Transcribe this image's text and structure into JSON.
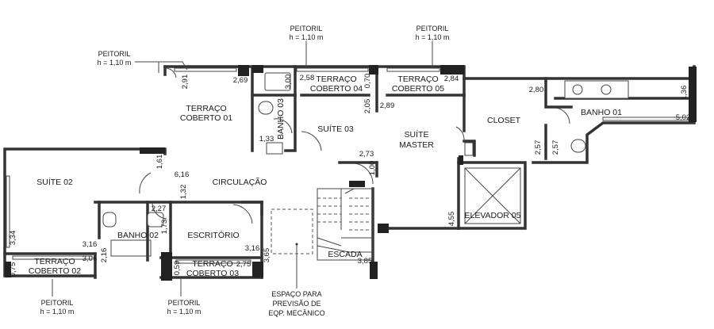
{
  "rooms": {
    "terraco_coberto_01": [
      "TERRAÇO",
      "COBERTO 01"
    ],
    "banho_03": "BANHO 03",
    "terraco_coberto_04": [
      "TERRAÇO",
      "COBERTO 04"
    ],
    "terraco_coberto_05": [
      "TERRAÇO",
      "COBERTO 05"
    ],
    "suite_03": "SUÍTE 03",
    "suite_master": [
      "SUÍTE",
      "MASTER"
    ],
    "closet": "CLOSET",
    "banho_01": "BANHO 01",
    "suite_02": "SUÍTE 02",
    "circulacao": "CIRCULAÇÃO",
    "banho_02": "BANHO 02",
    "escritorio": "ESCRITÓRIO",
    "elevador_05": "ELEVADOR 05",
    "terraco_coberto_02": [
      "TERRAÇO",
      "COBERTO 02"
    ],
    "terraco_coberto_03": [
      "TERRAÇO",
      "COBERTO 03"
    ],
    "escada": "ESCADA"
  },
  "dimensions": {
    "d291": "2,91",
    "d269": "2,69",
    "d300": "3,00",
    "d258": "2,58",
    "d070": "0,70",
    "d284": "2,84",
    "d205": "2,05",
    "d289": "2,89",
    "d280": "2,80",
    "d136": "1,36",
    "d502": "5,02",
    "d133": "1,33",
    "d273": "2,73",
    "d257a": "2,57",
    "d257b": "2,57",
    "d161": "1,61",
    "d616": "6,16",
    "d132": "1,32",
    "d100": "1,00",
    "d227": "2,27",
    "d173": "1,73",
    "d316a": "3,16",
    "d316b": "3,16",
    "d334": "3,34",
    "d306": "3,06",
    "d216": "2,16",
    "d275": "2,75",
    "d059": "0,59",
    "d365": "3,65",
    "d385": "3,85",
    "d455": "4,55",
    "d075": "0,75"
  },
  "notes": {
    "peitoril_label": "PEITORIL",
    "peitoril_height": "h = 1,10 m",
    "espaco": [
      "ESPAÇO PARA",
      "PREVISÃO DE",
      "EQP. MECÂNICO"
    ]
  }
}
